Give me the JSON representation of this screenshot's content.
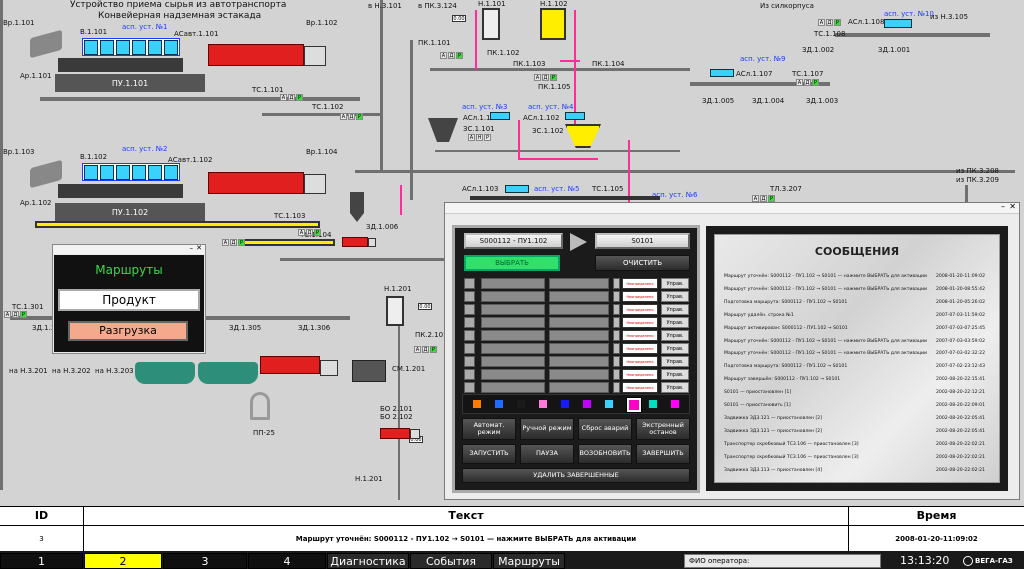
{
  "scada": {
    "title_line1": "Устройство приема сырья из автотранспорта",
    "title_line2": "Конвейерная надземная эстакада",
    "labels": {
      "vr1101": "Вр.1.101",
      "b1101": "В.1.101",
      "asp1": "асп. уст. №1",
      "acavt1101": "АСавт.1.101",
      "vr1102": "Вр.1.102",
      "ar1101": "Ар.1.101",
      "pu1101": "ПУ.1.101",
      "tc1101": "ТС.1.101",
      "tc1102": "ТС.1.102",
      "vr1103": "Вр.1.103",
      "b1102": "В.1.102",
      "asp2": "асп. уст. №2",
      "acavt1102": "АСавт.1.102",
      "vr1104": "Вр.1.104",
      "ar1102": "Ар.1.102",
      "pu1102": "ПУ.1.102",
      "tc1103": "ТС.1.103",
      "tc1104": "ТС.1.104",
      "tc1301": "ТС.1.301",
      "zd1301": "ЗД.1.301",
      "zd1305": "ЗД.1.305",
      "zd1306": "ЗД.1.306",
      "nah3201": "на Н.3.201",
      "nah3202": "на Н.3.202",
      "nah3203": "на Н.3.203",
      "pp25": "ПП-25",
      "h3101": "в Н.3.101",
      "pk3124": "в ПК.3.124",
      "h1101": "Н.1.101",
      "h1102": "Н.1.102",
      "pk1101": "ПК.1.101",
      "pk1102": "ПК.1.102",
      "pk1103": "ПК.1.103",
      "pk1104": "ПК.1.104",
      "pk1105": "ПК.1.105",
      "asp3": "асп. уст. №3",
      "acl1101": "АСл.1.101",
      "zc1101": "ЗС.1.101",
      "asp4": "асп. уст. №4",
      "acl1102": "АСл.1.102",
      "zc1102": "ЗС.1.102",
      "acl1103": "АСл.1.103",
      "asp5": "асп. уст. №5",
      "tc1105": "ТС.1.105",
      "asp6": "асп. уст. №6",
      "zd1006": "ЗД.1.006",
      "h1201": "Н.1.201",
      "pk2101": "ПК.2.101",
      "cm1201": "СМ.1.201",
      "bo2101": "БО 2.101",
      "bo2102": "БО 2.102",
      "h1201b": "Н.1.201",
      "silkorpus": "Из силкорпуса",
      "acl1108": "АСл.1.108",
      "asp10": "асп. уст. №10",
      "iz3105": "из Н.3.105",
      "tc1108": "ТС.1.108",
      "zd1002": "ЗД.1.002",
      "zd1001": "ЗД.1.001",
      "asp9": "асп. уст. №9",
      "acl1107": "АСл.1.107",
      "tc1107": "ТС.1.107",
      "zd1005": "ЗД.1.005",
      "zd1004": "ЗД.1.004",
      "zd1003": "ЗД.1.003",
      "tl3207": "ТЛ.3.207",
      "izpk3208": "из ПК.3.208",
      "izpk3209": "из ПК.3.209",
      "val1": "0.00",
      "val2": "0.00",
      "val3": "0.00"
    }
  },
  "routes_panel": {
    "title": "Маршруты",
    "product": "Продукт",
    "unloading": "Разгрузка"
  },
  "control_window": {
    "route_from": "S000112 - ПУ1.102",
    "route_to": "S0101",
    "select": "ВЫБРАТЬ",
    "clear": "ОЧИСТИТЬ",
    "row_status": "Неопределено",
    "row_button": "Управ.",
    "row_count": 9,
    "buttons": {
      "auto": "Автомат. режим",
      "manual": "Ручной режим",
      "reset": "Сброс аварий",
      "estop": "Экстренный останов",
      "start": "ЗАПУСТИТЬ",
      "pause": "ПАУЗА",
      "resume": "ВОЗОБНОВИТЬ",
      "finish": "ЗАВЕРШИТЬ",
      "delete_done": "УДАЛИТЬ ЗАВЕРШЕННЫЕ"
    },
    "color_swatches": [
      "#ff7a00",
      "#1e6bff",
      "#1a1a1a",
      "#ff7ad9",
      "#1a1aff",
      "#c000ff",
      "#3ad1ff",
      "#ff00c8",
      "#00e0c0",
      "#ff00ff"
    ],
    "messages_title": "СООБЩЕНИЯ",
    "messages": [
      {
        "text": "Маршрут уточнён: S000112 - ПУ1.102 → S0101 — нажмите ВЫБРАТЬ для активации",
        "time": "2008-01-20-11:09:02"
      },
      {
        "text": "Маршрут уточнён: S000112 - ПУ1.102 → S0101 — нажмите ВЫБРАТЬ для активации",
        "time": "2008-01-20-08:55:42"
      },
      {
        "text": "Подготовка маршрута: S000112 - ПУ1.102 → S0101",
        "time": "2008-01-20-05:26:02"
      },
      {
        "text": "Маршрут удалён. строка №1",
        "time": "2007-07-03-11:59:02"
      },
      {
        "text": "Маршрут активирован: S000112 - ПУ1.102 → S0101",
        "time": "2007-07-03-07:25:45"
      },
      {
        "text": "Маршрут уточнён: S000112 - ПУ1.102 → S0101 — нажмите ВЫБРАТЬ для активации",
        "time": "2007-07-03-03:59:02"
      },
      {
        "text": "Маршрут уточнён: S000112 - ПУ1.102 → S0101 — нажмите ВЫБРАТЬ для активации",
        "time": "2007-07-03-02:32:22"
      },
      {
        "text": "Подготовка маршрута: S000112 - ПУ1.102 → S0101",
        "time": "2007-07-02-23:12:43"
      },
      {
        "text": "Маршрут завершён: S000112 - ПУ1.102 → S0101",
        "time": "2002-08-20-22:15:41"
      },
      {
        "text": "S0101 — приостановлен [1]",
        "time": "2002-08-20-22:12:21"
      },
      {
        "text": "S0101 — приостановить [1]",
        "time": "2002-08-20-22:09:01"
      },
      {
        "text": "Задвижка ЗД3.121 — приостановлен [2]",
        "time": "2002-08-20-22:05:41"
      },
      {
        "text": "Задвижка ЗД3.121 — приостановлен [2]",
        "time": "2002-08-20-22:05:41"
      },
      {
        "text": "Транспортер скребковый ТС3.106 — приостановлен [3]",
        "time": "2002-08-20-22:02:21"
      },
      {
        "text": "Транспортер скребковый ТС3.106 — приостановлен [3]",
        "time": "2002-08-20-22:02:21"
      },
      {
        "text": "Задвижка ЗД3.113 — приостановлен [4]",
        "time": "2002-08-20-22:02:21"
      }
    ]
  },
  "message_table": {
    "headers": {
      "id": "ID",
      "text": "Текст",
      "time": "Время"
    },
    "row": {
      "id": "3",
      "text": "Маршрут уточнён: S000112 - ПУ1.102 → S0101 — нажмите ВЫБРАТЬ для активации",
      "time": "2008-01-20-11:09:02"
    }
  },
  "nav": {
    "b1": "1",
    "b2": "2",
    "b3": "3",
    "b4": "4",
    "diag": "Диагностика",
    "events": "События",
    "routes": "Маршруты",
    "operator_label": "ФИО оператора:",
    "clock": "13:13:20",
    "logo": "ВЕГА-ГАЗ"
  }
}
